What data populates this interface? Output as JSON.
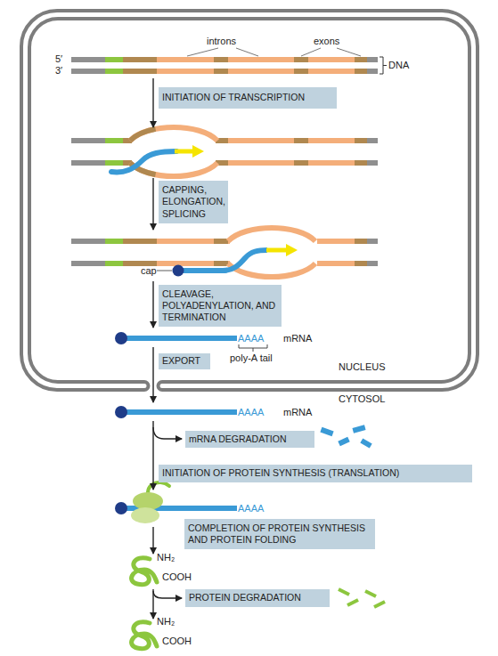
{
  "diagram": {
    "nodes": [
      {
        "text": [
          "NUCLEUS"
        ]
      },
      {
        "text": [
          "INITIATION OF TRANSCRIPTION"
        ],
        "in": 0
      },
      {
        "text": [
          "CAPPING, ELONGATION, SPLICING"
        ],
        "in": 0
      },
      {
        "text": [
          "CLEAVAGE, POLYADENYLATION, AND TERMINATION"
        ],
        "in": 0
      },
      {
        "text": [
          "EXPORT"
        ],
        "in": 0
      },
      {
        "text": [
          "mRNA DEGRADATION"
        ]
      },
      {
        "text": [
          "INITIATION OF PROTEIN SYNTHESIS (TRANSLATION)"
        ]
      },
      {
        "text": [
          "COMPLETION OF PROTEIN SYNTHESIS AND PROTEIN FOLDING"
        ]
      },
      {
        "text": [
          "PROTEIN DEGRADATION"
        ]
      }
    ],
    "labels": [
      "introns",
      "exons",
      "5′",
      "3′",
      "DNA",
      "cap",
      "AAAA",
      "mRNA",
      "poly-A tail",
      "CYTOSOL",
      "AAAA",
      "mRNA",
      "AAAA",
      "NH₂",
      "COOH",
      "NH₂",
      "COOH"
    ]
  }
}
